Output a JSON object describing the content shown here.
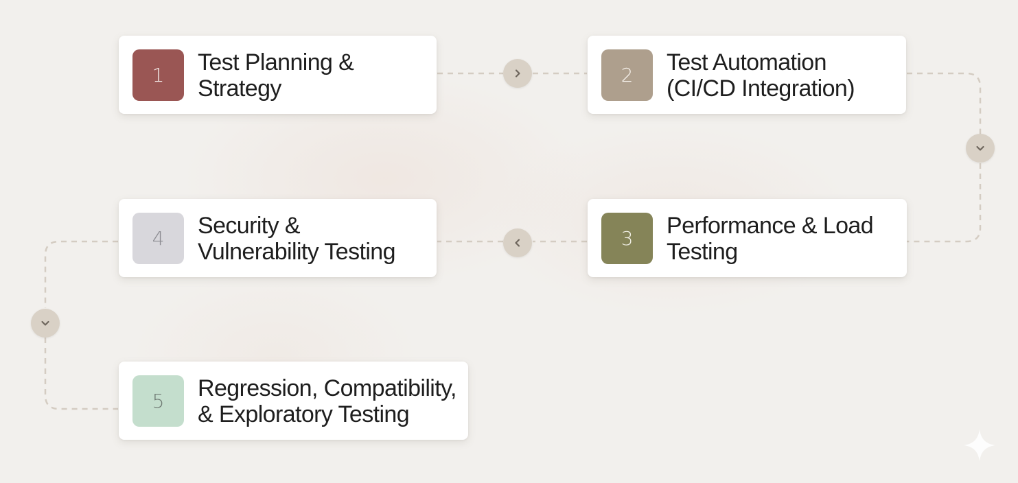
{
  "steps": [
    {
      "number": "1",
      "title_line1": "Test Planning &",
      "title_line2": "Strategy",
      "color": "#9a5654",
      "text_color": "#f3e9e7"
    },
    {
      "number": "2",
      "title_line1": "Test Automation",
      "title_line2": "(CI/CD Integration)",
      "color": "#ae9f8d",
      "text_color": "#f7f2ec"
    },
    {
      "number": "3",
      "title_line1": "Performance & Load",
      "title_line2": "Testing",
      "color": "#858458",
      "text_color": "#f1f0e6"
    },
    {
      "number": "4",
      "title_line1": "Security &",
      "title_line2": "Vulnerability Testing",
      "color": "#d8d7dc",
      "text_color": "#8c8c92"
    },
    {
      "number": "5",
      "title_line1": "Regression, Compatibility,",
      "title_line2": "& Exploratory Testing",
      "color": "#c4decd",
      "text_color": "#6f7a73"
    }
  ],
  "connectors": {
    "line_color": "#d4ccc2",
    "button_color": "#d9d1c6",
    "icons": [
      "chevron-right-icon",
      "chevron-down-icon",
      "chevron-left-icon",
      "chevron-down-icon"
    ]
  },
  "decorations": {
    "watermark_icon": "sparkle-icon"
  }
}
